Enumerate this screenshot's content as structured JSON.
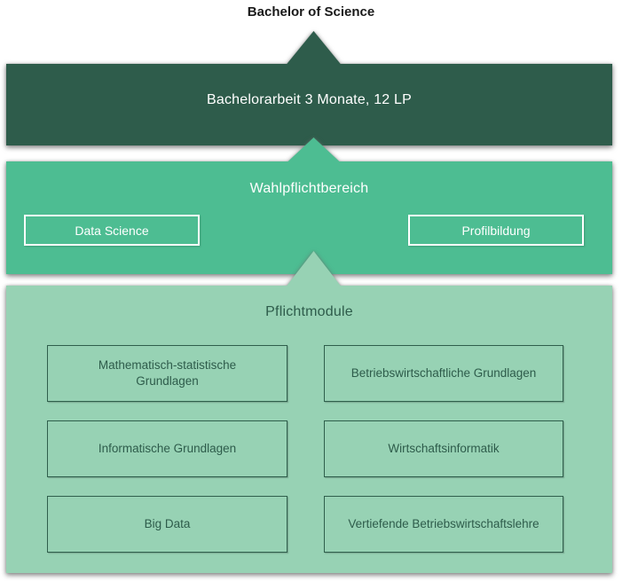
{
  "title": "Bachelor of Science",
  "bands": [
    {
      "label": "Bachelorarbeit 3 Monate, 12 LP"
    },
    {
      "label": "Wahlpflichtbereich",
      "boxes": [
        "Data Science",
        "Profilbildung"
      ]
    },
    {
      "label": "Pflichtmodule",
      "boxes": [
        "Mathematisch-statistische Grundlagen",
        "Betriebswirtschaftliche Grundlagen",
        "Informatische Grundlagen",
        "Wirtschaftsinformatik",
        "Big Data",
        "Vertiefende Betriebswirtschaftslehre"
      ]
    }
  ],
  "colors": {
    "dark_green": "#2e5c4b",
    "medium_green": "#4dbd92",
    "light_green": "#97d2b4",
    "text_on_green": "#ffffff",
    "text_on_light_green": "#2e5c4b",
    "title_text": "#1a1a1a"
  }
}
